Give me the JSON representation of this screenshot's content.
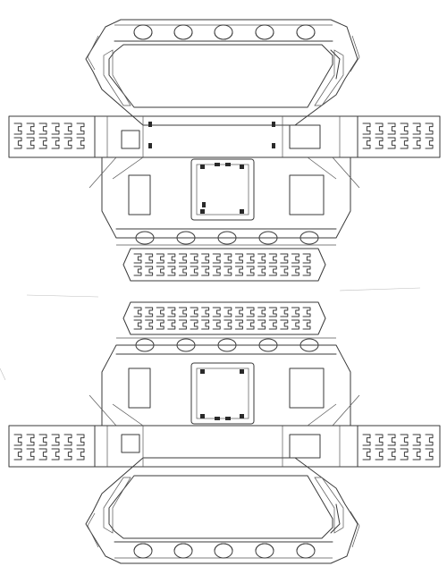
{
  "sheet": {
    "subject": "tank-papercraft-net",
    "colors": {
      "paper": "#ffffff",
      "ink": "#3a3a3a",
      "faint": "#bdbdbd"
    },
    "halves": [
      {
        "id": "upper-net",
        "orientation": "normal"
      },
      {
        "id": "lower-net",
        "orientation": "mirrored"
      }
    ],
    "parts": {
      "road_wheels_per_hull_side": 5,
      "track_links_per_long_strip": 16,
      "track_links_per_side_strip": 6,
      "hatch_count_per_net": 1
    }
  }
}
